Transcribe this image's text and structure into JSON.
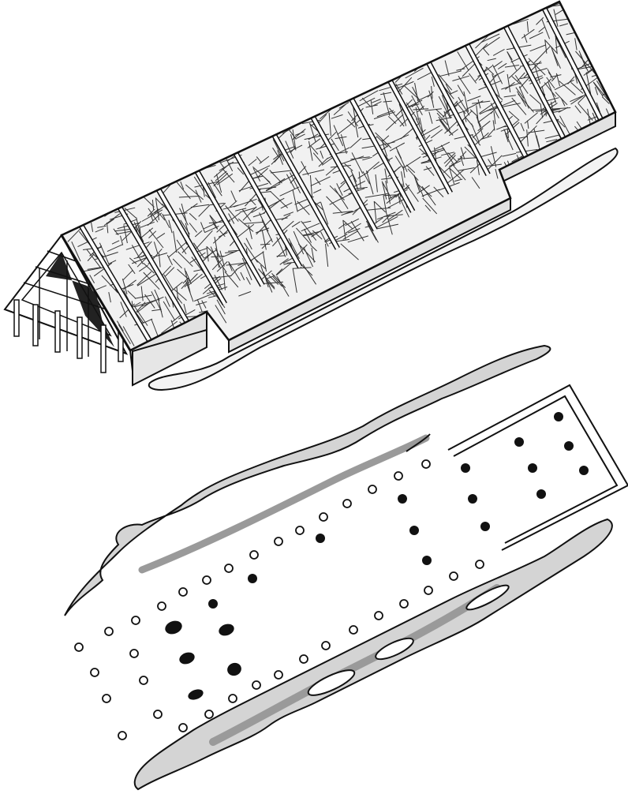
{
  "figure": {
    "subject": "longhouse",
    "upper_view": "house-reconstruction",
    "lower_view": "excavation-plan",
    "colors": {
      "background": "#ffffff",
      "line": "#111111",
      "roof": "#f1f1f1",
      "shadow": "#ececec",
      "ditch_light": "#d4d4d4",
      "ditch_dark": "#9a9a9a",
      "wall_side": "#e2e2e2",
      "posthole_filled": "#111111",
      "posthole_open": "#ffffff"
    }
  }
}
